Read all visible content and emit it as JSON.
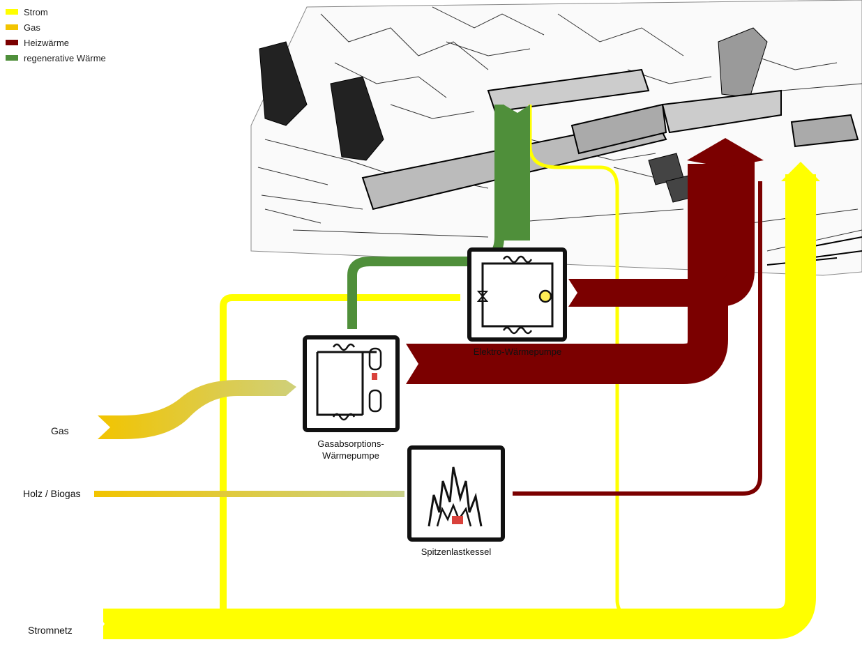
{
  "legend": [
    {
      "label": "Strom",
      "color": "#ffff00"
    },
    {
      "label": "Gas",
      "color": "#f2c400"
    },
    {
      "label": "Heizwärme",
      "color": "#7b0000"
    },
    {
      "label": "regenerative Wärme",
      "color": "#4f8f3a"
    }
  ],
  "sources": {
    "gas": "Gas",
    "holz": "Holz / Biogas",
    "strom": "Stromnetz"
  },
  "devices": {
    "elektro_wp": "Elektro-Wärmepumpe",
    "gas_wp_line1": "Gasabsorptions-",
    "gas_wp_line2": "Wärmepumpe",
    "kessel": "Spitzenlastkessel"
  },
  "colors": {
    "strom": "#ffff00",
    "gas": "#f2c400",
    "heat": "#7b0000",
    "renewable": "#4f8f3a"
  }
}
